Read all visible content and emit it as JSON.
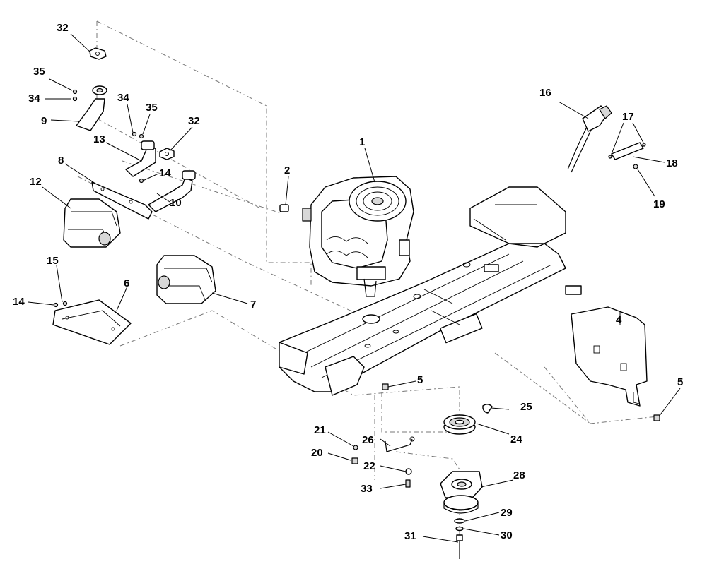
{
  "callouts": [
    "1",
    "2",
    "4",
    "5",
    "5",
    "6",
    "7",
    "8",
    "9",
    "10",
    "12",
    "13",
    "14",
    "14",
    "15",
    "16",
    "17",
    "18",
    "19",
    "20",
    "21",
    "22",
    "24",
    "25",
    "26",
    "28",
    "29",
    "30",
    "31",
    "32",
    "32",
    "33",
    "34",
    "34",
    "35",
    "35"
  ]
}
